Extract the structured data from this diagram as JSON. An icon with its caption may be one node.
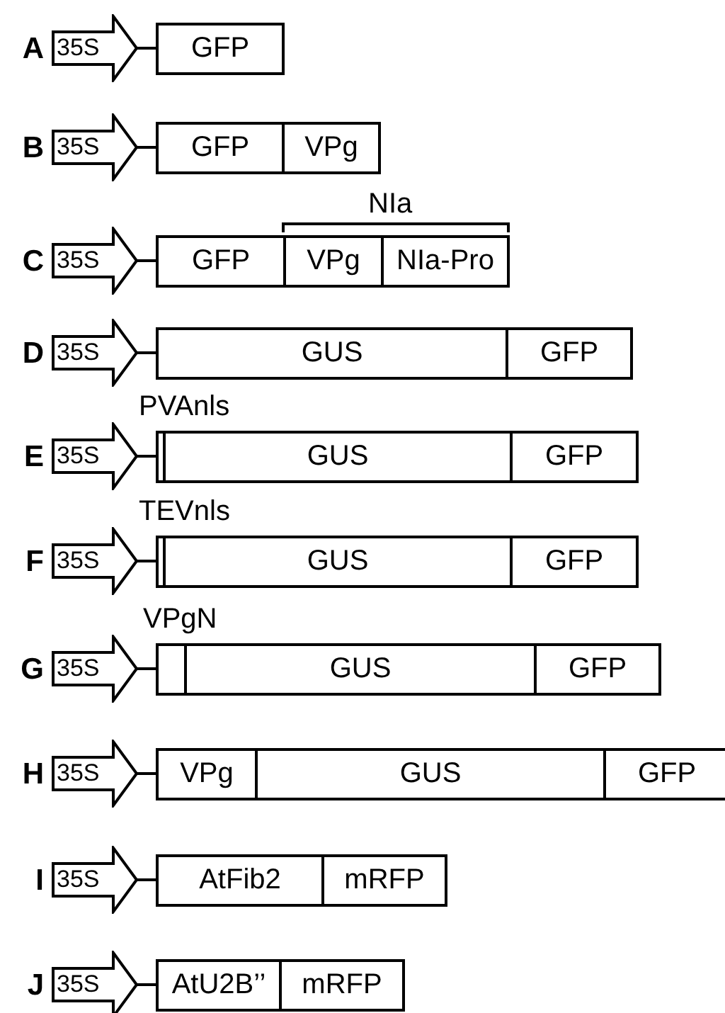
{
  "diagram": {
    "nodes": [
      {
        "text": [
          "35S"
        ]
      },
      {
        "text": [
          "GFP"
        ]
      },
      {
        "text": [
          "35S"
        ]
      },
      {
        "text": [
          "GFP"
        ]
      },
      {
        "text": [
          "VPg"
        ]
      },
      {
        "text": [
          "35S"
        ]
      },
      {
        "text": [
          "GFP"
        ]
      },
      {
        "text": [
          "VPg"
        ]
      },
      {
        "text": [
          "NIa-Pro"
        ]
      },
      {
        "text": [
          "35S"
        ]
      },
      {
        "text": [
          "GUS"
        ]
      },
      {
        "text": [
          "GFP"
        ]
      },
      {
        "text": [
          "35S"
        ]
      },
      {
        "text": [
          "PVAnls"
        ]
      },
      {
        "text": [
          "GUS"
        ]
      },
      {
        "text": [
          "GFP"
        ]
      },
      {
        "text": [
          "35S"
        ]
      },
      {
        "text": [
          "TEVnls"
        ]
      },
      {
        "text": [
          "GUS"
        ]
      },
      {
        "text": [
          "GFP"
        ]
      },
      {
        "text": [
          "35S"
        ]
      },
      {
        "text": [
          "VPgN"
        ]
      },
      {
        "text": [
          "GUS"
        ]
      },
      {
        "text": [
          "GFP"
        ]
      },
      {
        "text": [
          "35S"
        ]
      },
      {
        "text": [
          "VPg"
        ]
      },
      {
        "text": [
          "GUS"
        ]
      },
      {
        "text": [
          "GFP"
        ]
      },
      {
        "text": [
          "35S"
        ]
      },
      {
        "text": [
          "AtFib2"
        ]
      },
      {
        "text": [
          "mRFP"
        ]
      },
      {
        "text": [
          "35S"
        ]
      },
      {
        "text": [
          "AtU2B’’"
        ]
      },
      {
        "text": [
          "mRFP"
        ]
      }
    ],
    "edges": [
      {
        "from": 0,
        "to": 1,
        "arrow": "none"
      },
      {
        "from": 2,
        "to": 3,
        "arrow": "none"
      },
      {
        "from": 5,
        "to": 6,
        "arrow": "none"
      },
      {
        "from": 9,
        "to": 10,
        "arrow": "none"
      },
      {
        "from": 12,
        "to": 13,
        "arrow": "none"
      },
      {
        "from": 16,
        "to": 17,
        "arrow": "none"
      },
      {
        "from": 20,
        "to": 21,
        "arrow": "none"
      },
      {
        "from": 24,
        "to": 25,
        "arrow": "none"
      },
      {
        "from": 28,
        "to": 29,
        "arrow": "none"
      },
      {
        "from": 31,
        "to": 32,
        "arrow": "none"
      }
    ],
    "labels": [
      "A",
      "B",
      "NIa",
      "C",
      "D",
      "E",
      "F",
      "G",
      "H",
      "I",
      "J"
    ]
  }
}
